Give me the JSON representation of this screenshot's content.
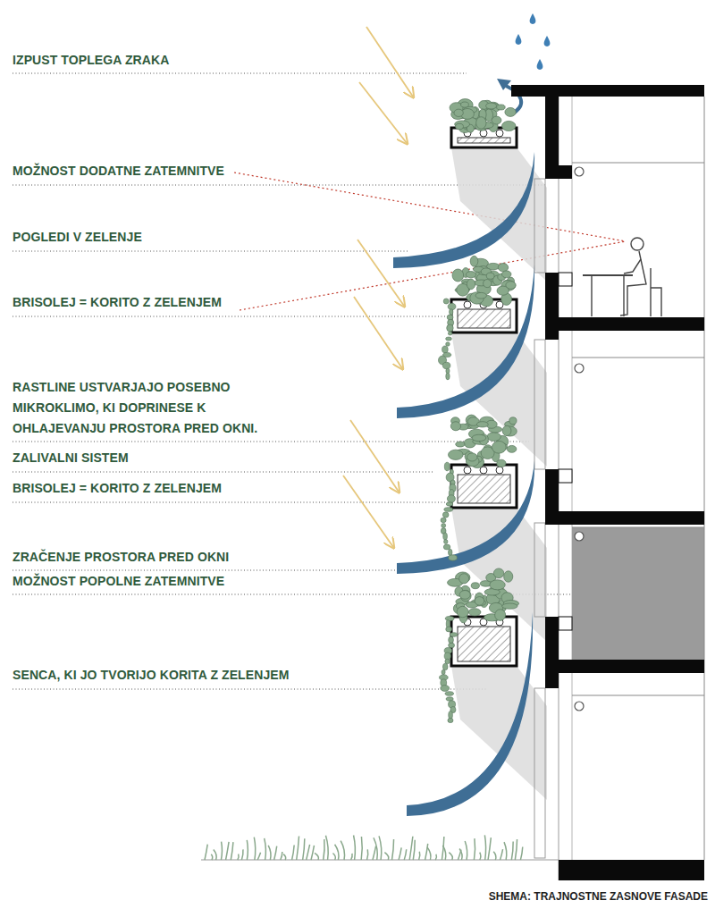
{
  "diagram": {
    "caption": "SHEMA: TRAJNOSTNE ZASNOVE FASADE",
    "labels": [
      "IZPUST TOPLEGA ZRAKA",
      "MOŽNOST DODATNE ZATEMNITVE",
      "POGLEDI V ZELENJE",
      "BRISOLEJ = KORITO Z ZELENJEM",
      "RASTLINE USTVARJAJO POSEBNO MIKROKLIMO, KI DOPRINESE K OHLAJEVANJU PROSTORA PRED OKNI.",
      "ZALIVALNI SISTEM",
      "BRISOLEJ = KORITO Z ZELENJEM",
      "ZRAČENJE PROSTORA PRED OKNI",
      "MOŽNOST POPOLNE ZATEMNITVE",
      "SENCA, KI JO TVORIJO KORITA Z ZELENJEM"
    ]
  }
}
